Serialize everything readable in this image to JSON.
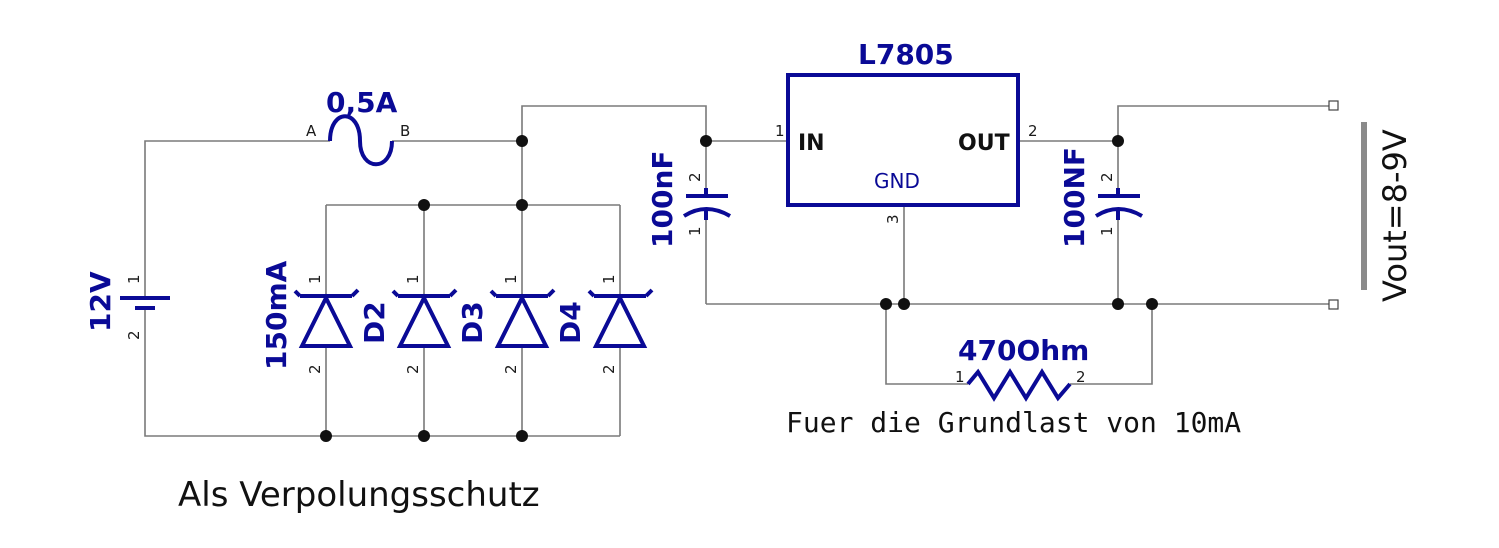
{
  "fuse": {
    "value": "0,5A",
    "pin_a": "A",
    "pin_b": "B"
  },
  "battery": {
    "value": "12V",
    "pin1": "1",
    "pin2": "2"
  },
  "diodes": [
    {
      "label": "150mA",
      "pin1": "1",
      "pin2": "2"
    },
    {
      "label": "D2",
      "pin1": "1",
      "pin2": "2"
    },
    {
      "label": "D3",
      "pin1": "1",
      "pin2": "2"
    },
    {
      "label": "D4",
      "pin1": "1",
      "pin2": "2"
    }
  ],
  "cap_in": {
    "value": "100nF",
    "pin1": "1",
    "pin2": "2"
  },
  "cap_out": {
    "value": "100NF",
    "pin1": "1",
    "pin2": "2"
  },
  "regulator": {
    "name": "L7805",
    "in_label": "IN",
    "out_label": "OUT",
    "gnd_label": "GND",
    "pin_in": "1",
    "pin_out": "2",
    "pin_gnd": "3"
  },
  "resistor": {
    "value": "470Ohm",
    "pin1": "1",
    "pin2": "2"
  },
  "notes": {
    "load": "Fuer die Grundlast von 10mA",
    "polarity": "Als Verpolungsschutz"
  },
  "output": {
    "label": "Vout=8-9V"
  }
}
